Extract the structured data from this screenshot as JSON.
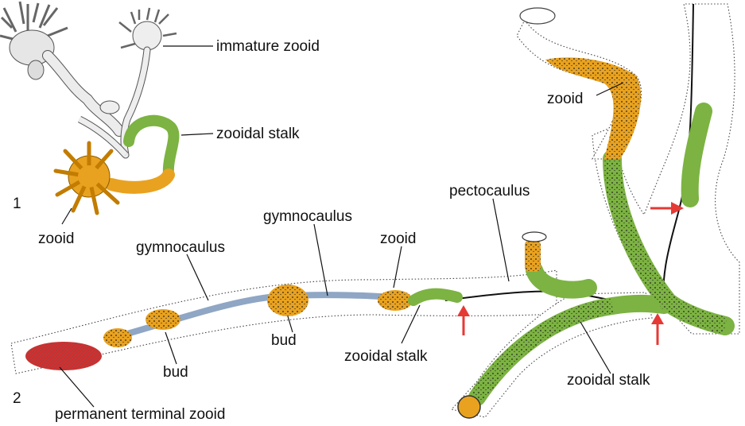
{
  "panels": [
    {
      "number": "1",
      "labels": {
        "immature_zooid": "immature zooid",
        "zooidal_stalk": "zooidal stalk",
        "zooid": "zooid"
      }
    },
    {
      "number": "2",
      "labels": {
        "gymnocaulus_left": "gymnocaulus",
        "gymnocaulus_mid": "gymnocaulus",
        "zooid_mid": "zooid",
        "pectocaulus": "pectocaulus",
        "zooid_top_right": "zooid",
        "bud_left": "bud",
        "bud_mid": "bud",
        "zooidal_stalk_mid": "zooidal stalk",
        "zooidal_stalk_right": "zooidal stalk",
        "permanent_terminal_zooid": "permanent terminal zooid"
      }
    }
  ],
  "colors": {
    "zooid_orange": "#e9a21f",
    "stalk_green": "#7cb342",
    "terminal_zooid_red": "#d32f2f",
    "gymnocaulus_blue": "#8fa6c4",
    "arrow_red": "#e53935"
  }
}
